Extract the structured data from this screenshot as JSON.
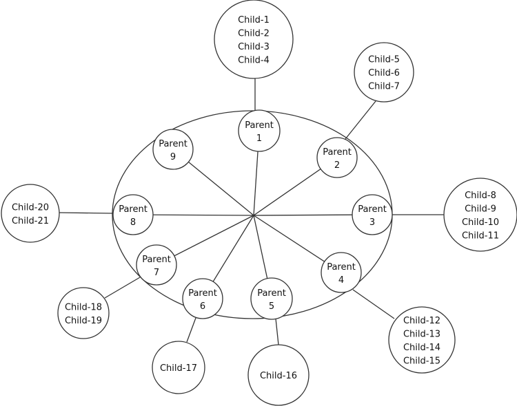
{
  "parents": [
    {
      "label": "Parent",
      "num": "1",
      "children": [
        "Child-1",
        "Child-2",
        "Child-3",
        "Child-4"
      ]
    },
    {
      "label": "Parent",
      "num": "2",
      "children": [
        "Child-5",
        "Child-6",
        "Child-7"
      ]
    },
    {
      "label": "Parent",
      "num": "3",
      "children": [
        "Child-8",
        "Child-9",
        "Child-10",
        "Child-11"
      ]
    },
    {
      "label": "Parent",
      "num": "4",
      "children": [
        "Child-12",
        "Child-13",
        "Child-14",
        "Child-15"
      ]
    },
    {
      "label": "Parent",
      "num": "5",
      "children": [
        "Child-16"
      ]
    },
    {
      "label": "Parent",
      "num": "6",
      "children": [
        "Child-17"
      ]
    },
    {
      "label": "Parent",
      "num": "7",
      "children": [
        "Child-18",
        "Child-19"
      ]
    },
    {
      "label": "Parent",
      "num": "8",
      "children": [
        "Child-20",
        "Child-21"
      ]
    },
    {
      "label": "Parent",
      "num": "9",
      "children": []
    }
  ]
}
